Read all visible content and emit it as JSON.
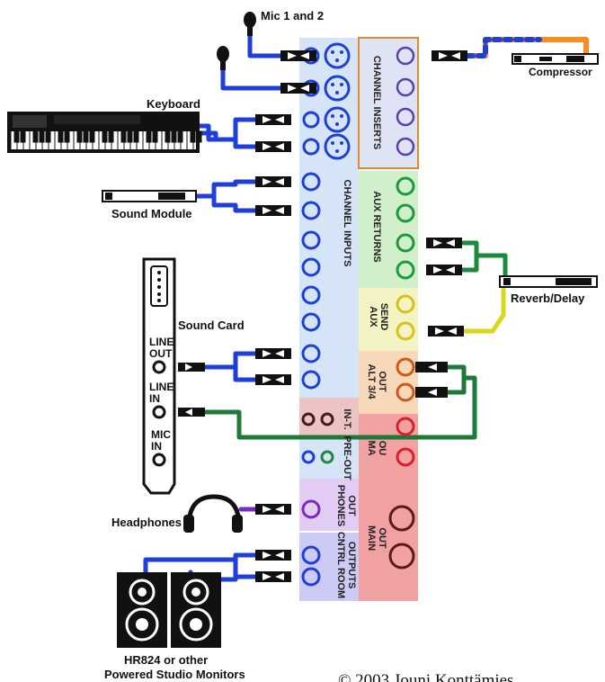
{
  "labels": {
    "mic": "Mic 1 and 2",
    "compressor": "Compressor",
    "keyboard": "Keyboard",
    "sound_module": "Sound Module",
    "sound_card": "Sound Card",
    "line_out": "LINE\nOUT",
    "line_in": "LINE\nIN",
    "mic_in": "MIC\nIN",
    "reverb": "Reverb/Delay",
    "headphones": "Headphones",
    "monitors_line1": "HR824 or other",
    "monitors_line2": "Powered Studio Monitors",
    "copyright": "© 2003 Jouni Konttämies"
  },
  "panels": {
    "channel_inputs": "CHANNEL INPUTS",
    "channel_inserts": "CHANNEL INSERTS",
    "aux_returns": "AUX RETURNS",
    "aux_send": "AUX\nSEND",
    "alt_out": "ALT 3/4\nOUT",
    "in_t": "IN-T.",
    "pre_out": "PRE-OUT",
    "main_out_small": "MA\nOU",
    "phones_out": "PHONES\nOUT",
    "main_out": "MAIN\nOUT",
    "ctrl_room": "CNTRL ROOM\nOUTPUTS"
  },
  "colors": {
    "cable_blue": "#1f3fd8",
    "cable_orange": "#ff8a1e",
    "cable_green": "#1d8a3c",
    "cable_yellow": "#d8d81a",
    "cable_purple": "#7a2bbf",
    "cable_darkgreen": "#1f7a3a",
    "panel_inputs": "#d6e4f8",
    "panel_inserts": "#dfe4f5",
    "panel_aux_returns": "#d2efcc",
    "panel_aux_send": "#f3f3c4",
    "panel_alt": "#f7d8b8",
    "panel_main": "#f1a1a1",
    "panel_phones": "#e2ccf3",
    "panel_ctrl": "#cbcbf5"
  }
}
